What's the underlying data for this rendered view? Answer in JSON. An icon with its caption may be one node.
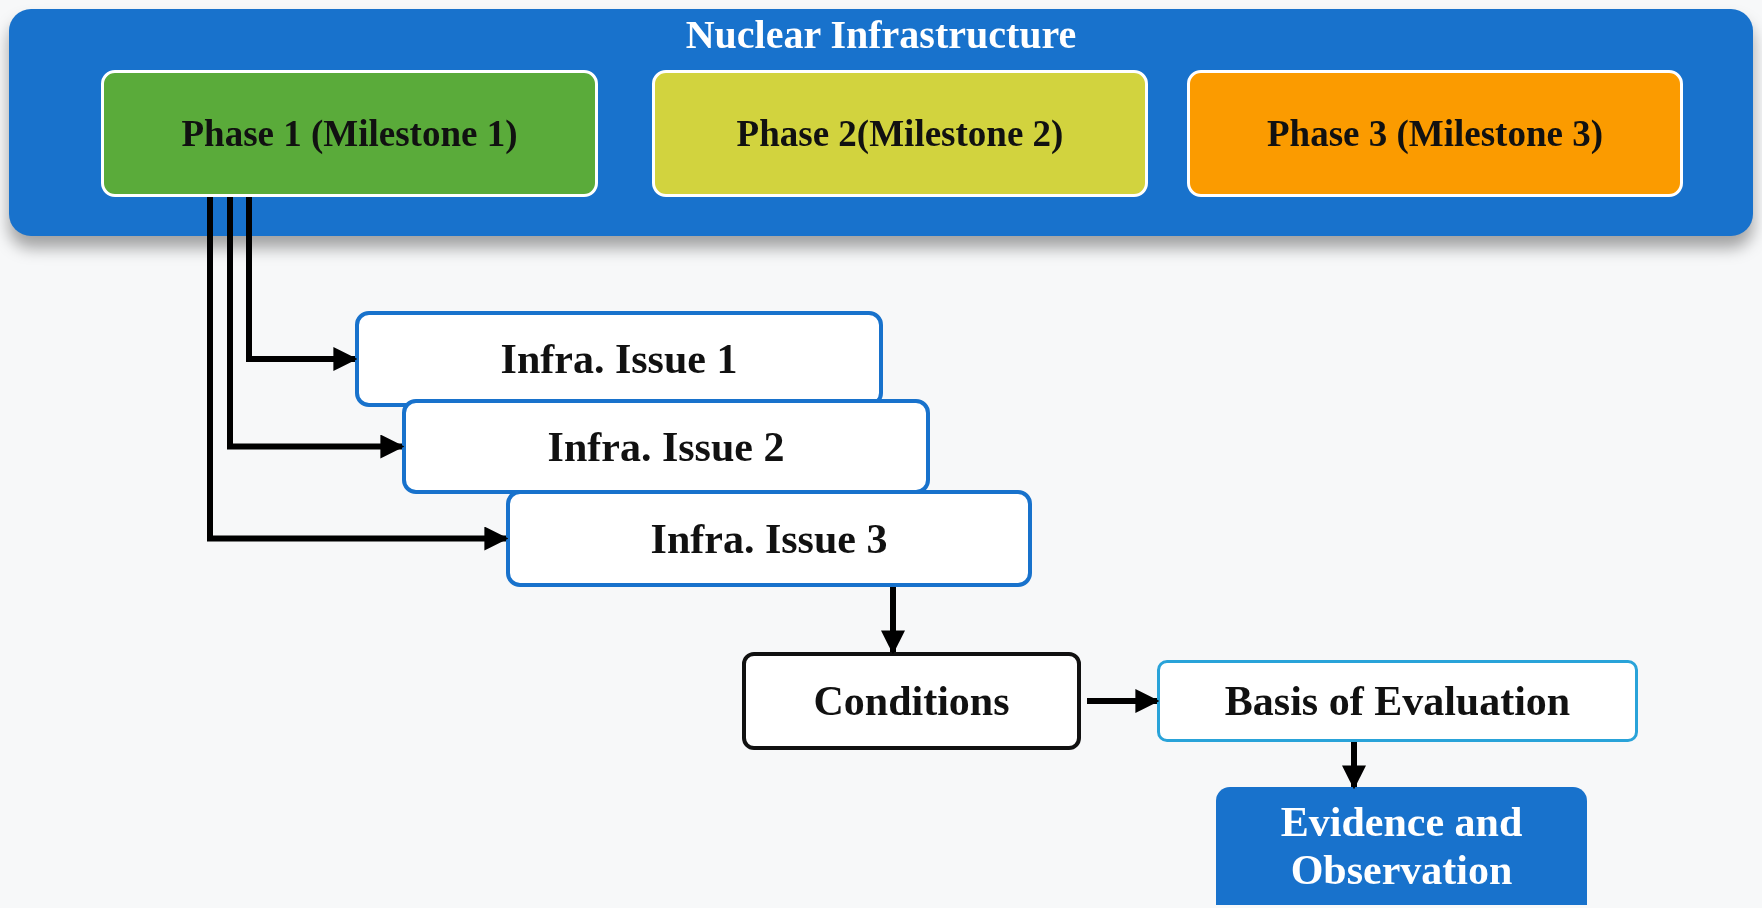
{
  "diagram": {
    "nodes": [
      {
        "text": [
          "Nuclear Infrastructure"
        ]
      },
      {
        "text": [
          "Phase 1 (Milestone 1)"
        ],
        "in": 0
      },
      {
        "text": [
          "Phase 2(Milestone 2)"
        ],
        "in": 0
      },
      {
        "text": [
          "Phase 3 (Milestone 3)"
        ],
        "in": 0
      },
      {
        "text": [
          "Infra. Issue 1"
        ]
      },
      {
        "text": [
          "Infra. Issue 2"
        ]
      },
      {
        "text": [
          "Infra. Issue 3"
        ]
      },
      {
        "text": [
          "Conditions"
        ]
      },
      {
        "text": [
          "Basis of Evaluation"
        ]
      },
      {
        "text": [
          "Evidence and Observation"
        ]
      }
    ],
    "edges": [
      {
        "from": 1,
        "to": 4,
        "arrow": "to"
      },
      {
        "from": 1,
        "to": 5,
        "arrow": "to"
      },
      {
        "from": 1,
        "to": 6,
        "arrow": "to"
      },
      {
        "from": 6,
        "to": 7,
        "arrow": "to"
      },
      {
        "from": 7,
        "to": 8,
        "arrow": "to"
      },
      {
        "from": 8,
        "to": 9,
        "arrow": "to"
      }
    ]
  }
}
